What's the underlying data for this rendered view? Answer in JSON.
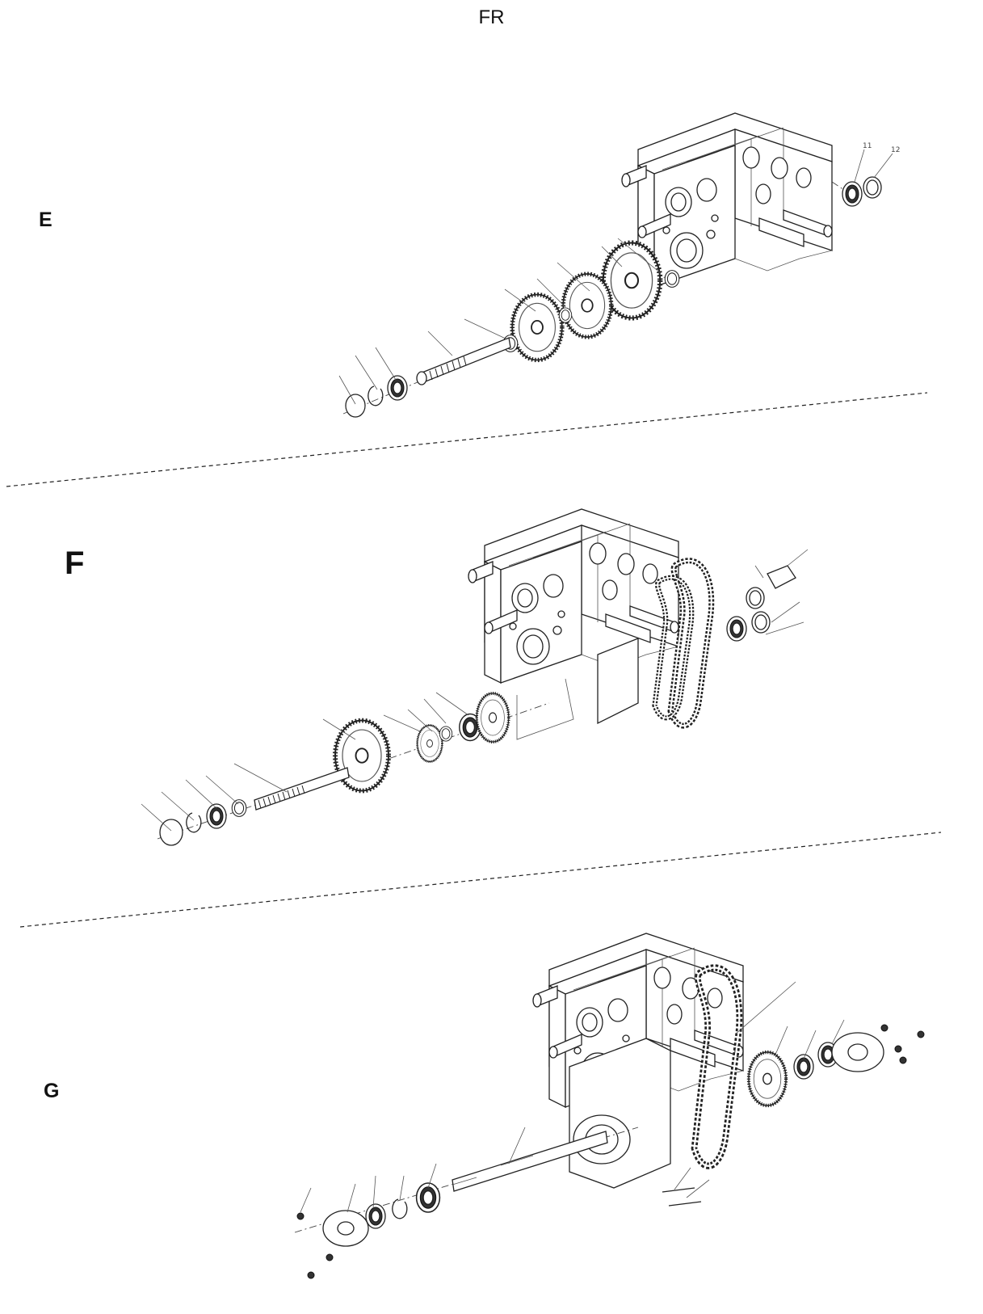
{
  "header": {
    "title": "FR"
  },
  "sections": [
    {
      "id": "E",
      "label": "E"
    },
    {
      "id": "F",
      "label": "F"
    },
    {
      "id": "G",
      "label": "G"
    }
  ],
  "colors": {
    "line": "#222222",
    "background": "#ffffff"
  }
}
